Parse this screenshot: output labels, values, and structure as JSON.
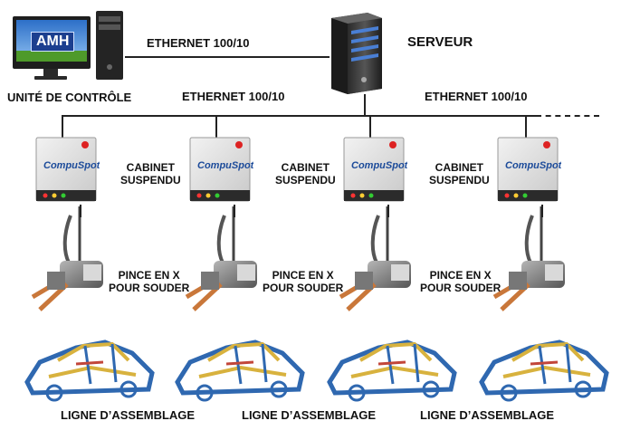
{
  "control_unit": {
    "label": "UNITÉ DE CONTRÔLE",
    "logo_text": "AMH"
  },
  "server": {
    "label": "SERVEUR"
  },
  "links": {
    "top": "ETHERNET 100/10",
    "bus_left": "ETHERNET 100/10",
    "bus_right": "ETHERNET 100/10"
  },
  "cabinet": {
    "label_line1": "CABINET",
    "label_line2": "SUSPENDU",
    "brand": "CompuSpot"
  },
  "gun": {
    "label_line1": "PINCE EN X",
    "label_line2": "POUR SOUDER"
  },
  "assembly": {
    "label": "LIGNE D’ASSEMBLAGE"
  },
  "colors": {
    "line": "#222222",
    "cabinet_body": "#e4e4e4",
    "monitor_sky": "#3a7fd0",
    "grass": "#4e9a2a",
    "car_blue": "#2f68b0",
    "car_gold": "#d8b23e"
  }
}
